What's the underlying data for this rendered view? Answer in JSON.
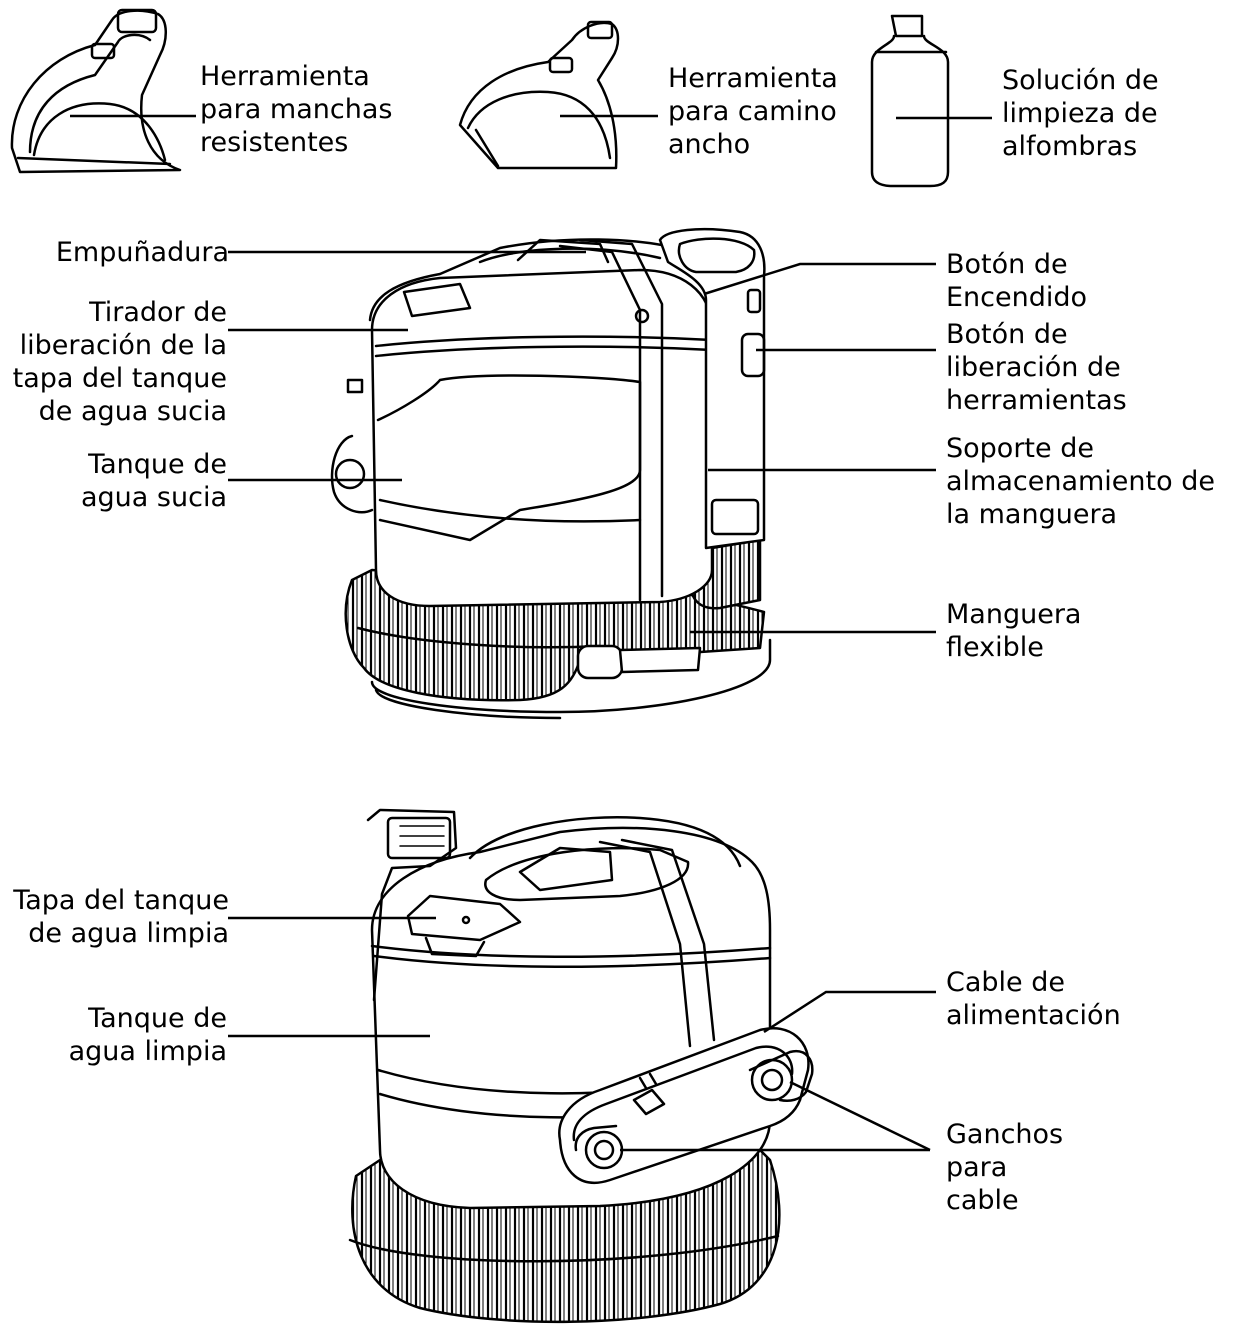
{
  "labels": {
    "stain_tool": [
      "Herramienta",
      "para manchas",
      "resistentes"
    ],
    "wide_tool": [
      "Herramienta",
      "para camino",
      "ancho"
    ],
    "solution": [
      "Solución de",
      "limpieza de",
      "alfombras"
    ],
    "handle": [
      "Empuñadura"
    ],
    "dirty_lid_release": [
      "Tirador de",
      "liberación de la",
      "tapa del tanque",
      "de agua sucia"
    ],
    "dirty_tank": [
      "Tanque de",
      "agua sucia"
    ],
    "power_button": [
      "Botón de",
      "Encendido"
    ],
    "tool_release": [
      "Botón de",
      "liberación de",
      "herramientas"
    ],
    "hose_storage": [
      "Soporte de",
      "almacenamiento de",
      "la manguera"
    ],
    "flex_hose": [
      "Manguera",
      "flexible"
    ],
    "clean_lid": [
      "Tapa del tanque",
      "de agua limpia"
    ],
    "clean_tank": [
      "Tanque de",
      "agua limpia"
    ],
    "power_cord": [
      "Cable de",
      "alimentación"
    ],
    "cord_hooks": [
      "Ganchos",
      "para",
      "cable"
    ]
  },
  "colors": {
    "ink": "#000000",
    "paper": "#ffffff"
  }
}
